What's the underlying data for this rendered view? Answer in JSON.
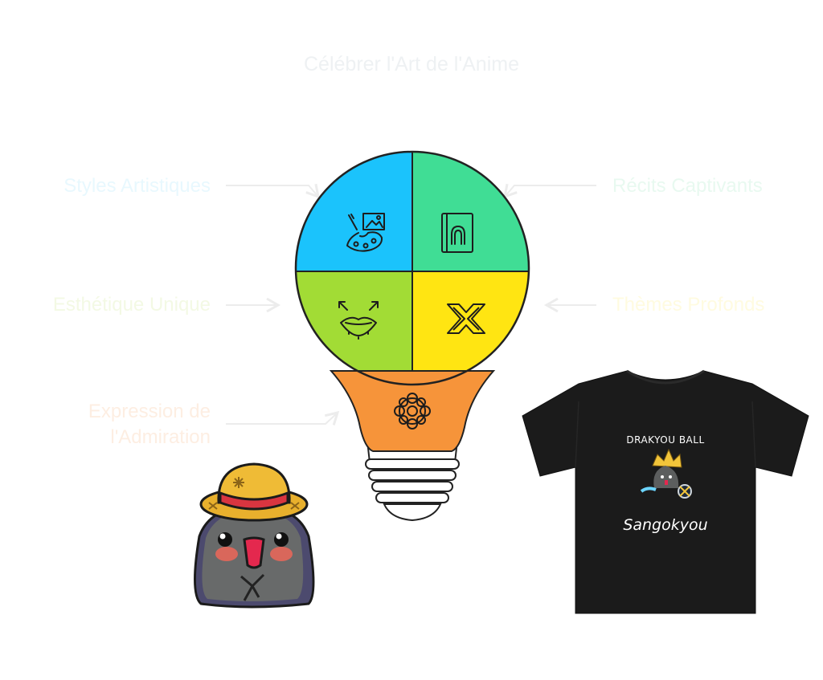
{
  "title": "Célébrer l'Art de l'Anime",
  "sections": [
    {
      "label": "Styles Artistiques",
      "color": "#1bc3fc",
      "label_color": "#e8f8fe",
      "icon": "art-palette-icon"
    },
    {
      "label": "Récits Captivants",
      "color": "#40dd95",
      "label_color": "#e8f9f0",
      "icon": "storybook-icon"
    },
    {
      "label": "Esthétique Unique",
      "color": "#a2dc35",
      "label_color": "#f3f9e4",
      "icon": "lips-expand-icon"
    },
    {
      "label": "Thèmes Profonds",
      "color": "#ffe512",
      "label_color": "#fffbe0",
      "icon": "cross-weave-icon"
    },
    {
      "label_line1": "Expression de",
      "label_line2": "l'Admiration",
      "color": "#f6943a",
      "label_color": "#fdeee2",
      "icon": "flower-ornament-icon"
    }
  ],
  "tshirt": {
    "line1": "DRAKYOU BALL",
    "line2": "Sangokyou",
    "color": "#1b1b1b"
  },
  "mascot": {
    "icon": "straw-hat-mascot-icon"
  }
}
